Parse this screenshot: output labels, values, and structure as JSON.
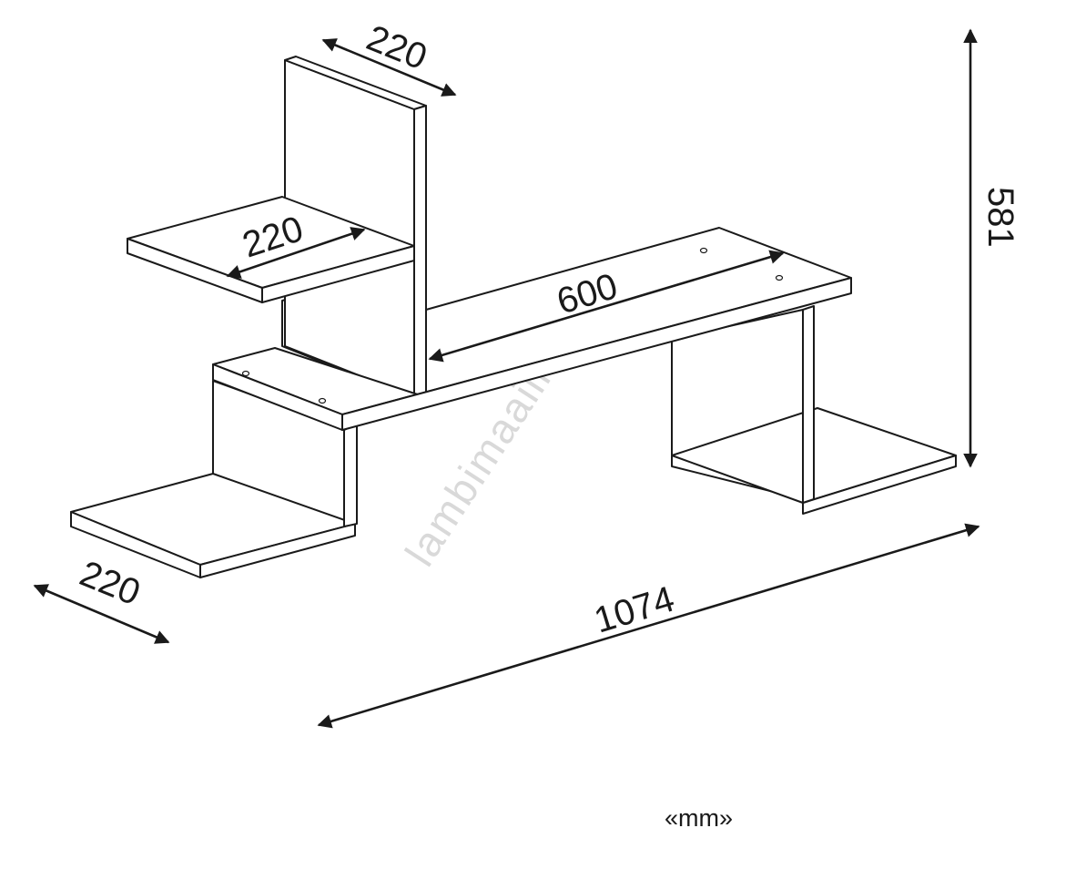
{
  "dimensions": {
    "top_depth": "220",
    "upper_shelf_depth": "220",
    "long_shelf_length": "600",
    "total_height": "581",
    "bottom_depth": "220",
    "total_width": "1074"
  },
  "unit_label": "«mm»",
  "watermark": "lambimaailm.ee",
  "line_color": "#1a1a1a"
}
